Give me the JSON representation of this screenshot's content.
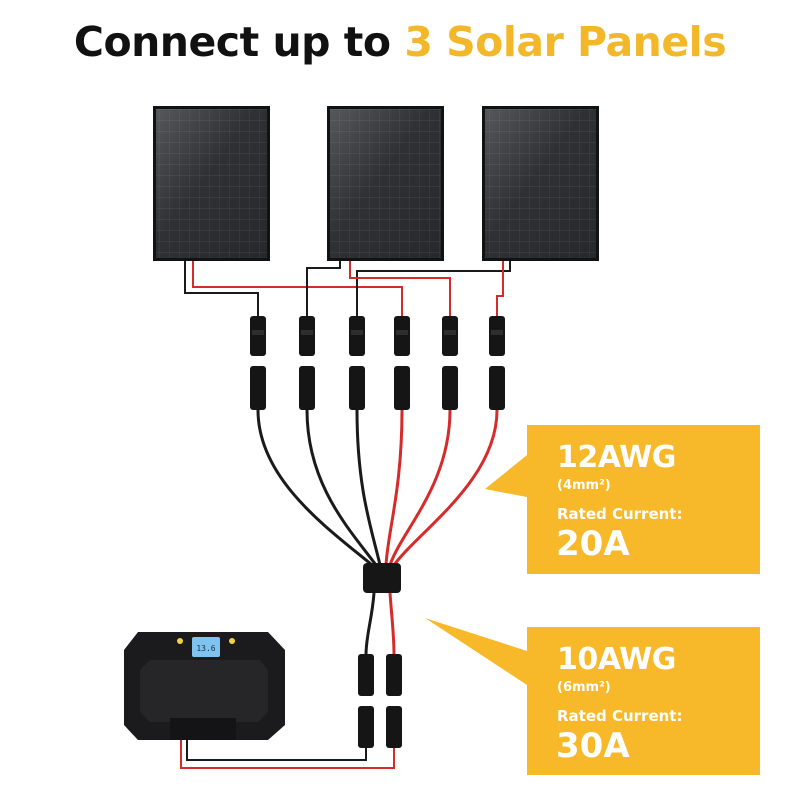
{
  "header": {
    "title_prefix": "Connect up to ",
    "title_highlight": "3 Solar Panels",
    "highlight_color": "#f2b82a"
  },
  "solar_panels": {
    "count": 3
  },
  "specs": [
    {
      "gauge": "12AWG",
      "metric": "(4mm²)",
      "rated_label": "Rated Current:",
      "current": "20A"
    },
    {
      "gauge": "10AWG",
      "metric": "(6mm²)",
      "rated_label": "Rated Current:",
      "current": "30A"
    }
  ],
  "controller": {
    "display": "13.6"
  },
  "colors": {
    "accent": "#f7b929",
    "wire_positive": "#d62b2b",
    "wire_negative": "#1a1a1a",
    "panel": "#1c1d20"
  }
}
